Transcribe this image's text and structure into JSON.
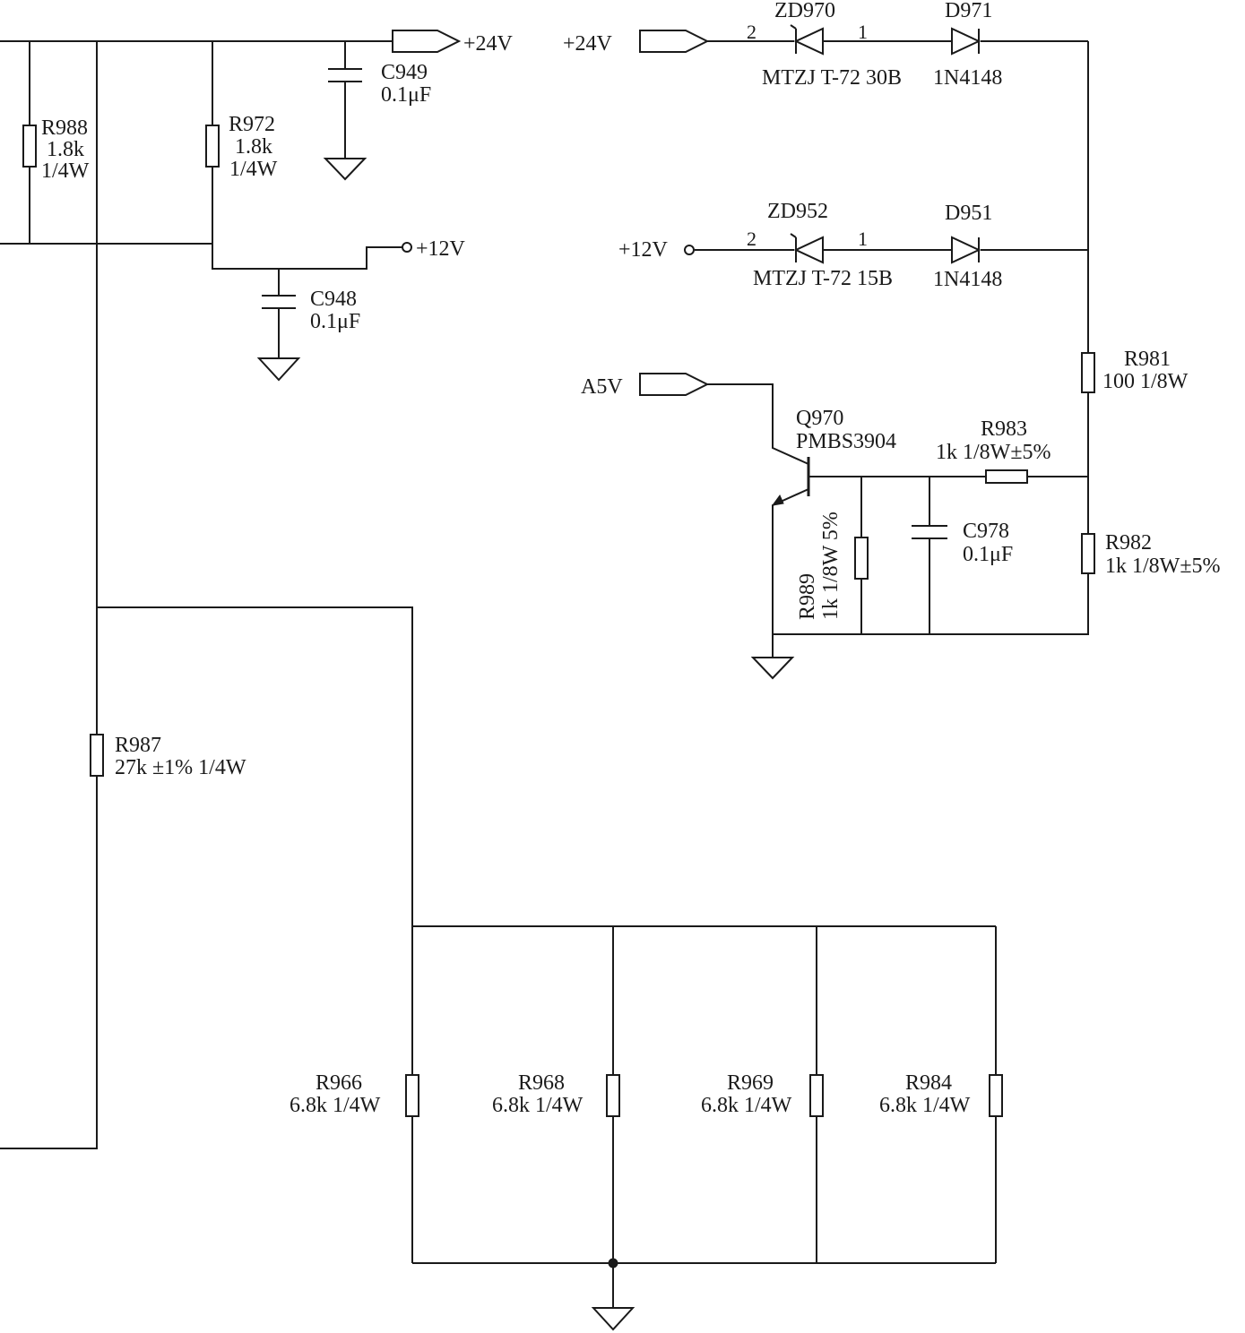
{
  "colors": {
    "ink": "#1a1a1a",
    "background": "#ffffff"
  },
  "icons": {
    "ground": "ground-symbol-icon",
    "connector": "net-connector-arrow-icon",
    "terminal": "open-circle-terminal-icon",
    "junction": "junction-dot-icon"
  },
  "nets": {
    "p24_right": "+24V",
    "p24_left": "+24V",
    "p12_right": "+12V",
    "p12_left": "+12V",
    "a5v": "A5V"
  },
  "components": {
    "r988": {
      "ref": "R988",
      "value": "1.8k",
      "power": "1/4W"
    },
    "r972": {
      "ref": "R972",
      "value": "1.8k",
      "power": "1/4W"
    },
    "c949": {
      "ref": "C949",
      "value": "0.1μF"
    },
    "c948": {
      "ref": "C948",
      "value": "0.1μF"
    },
    "zd970": {
      "ref": "ZD970",
      "part": "MTZJ  T-72 30B",
      "pin2": "2",
      "pin1": "1"
    },
    "d971": {
      "ref": "D971",
      "part": "1N4148"
    },
    "zd952": {
      "ref": "ZD952",
      "part": "MTZJ  T-72 15B",
      "pin2": "2",
      "pin1": "1"
    },
    "d951": {
      "ref": "D951",
      "part": "1N4148"
    },
    "r981": {
      "ref": "R981",
      "value": "100 1/8W"
    },
    "q970": {
      "ref": "Q970",
      "part": "PMBS3904"
    },
    "r983": {
      "ref": "R983",
      "value": "1k 1/8W±5%"
    },
    "r989": {
      "ref": "R989",
      "value": "1k 1/8W 5%"
    },
    "c978": {
      "ref": "C978",
      "value": "0.1μF"
    },
    "r982": {
      "ref": "R982",
      "value": "1k 1/8W±5%"
    },
    "r987": {
      "ref": "R987",
      "value": "27k ±1% 1/4W"
    },
    "r966": {
      "ref": "R966",
      "value": "6.8k 1/4W"
    },
    "r968": {
      "ref": "R968",
      "value": "6.8k 1/4W"
    },
    "r969": {
      "ref": "R969",
      "value": "6.8k 1/4W"
    },
    "r984": {
      "ref": "R984",
      "value": "6.8k 1/4W"
    }
  }
}
